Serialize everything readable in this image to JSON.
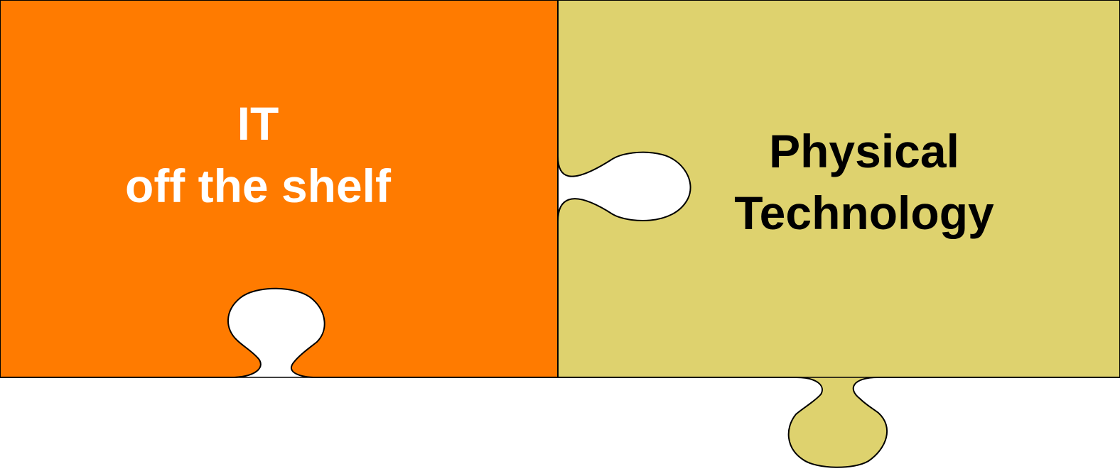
{
  "pieces": {
    "left": {
      "line1": "IT",
      "line2": "off the shelf",
      "fill": "#FF7B00",
      "text_color": "#FFFFFF"
    },
    "right": {
      "line1": "Physical",
      "line2": "Technology",
      "fill": "#DED26E",
      "text_color": "#000000"
    }
  },
  "outline_color": "#000000"
}
